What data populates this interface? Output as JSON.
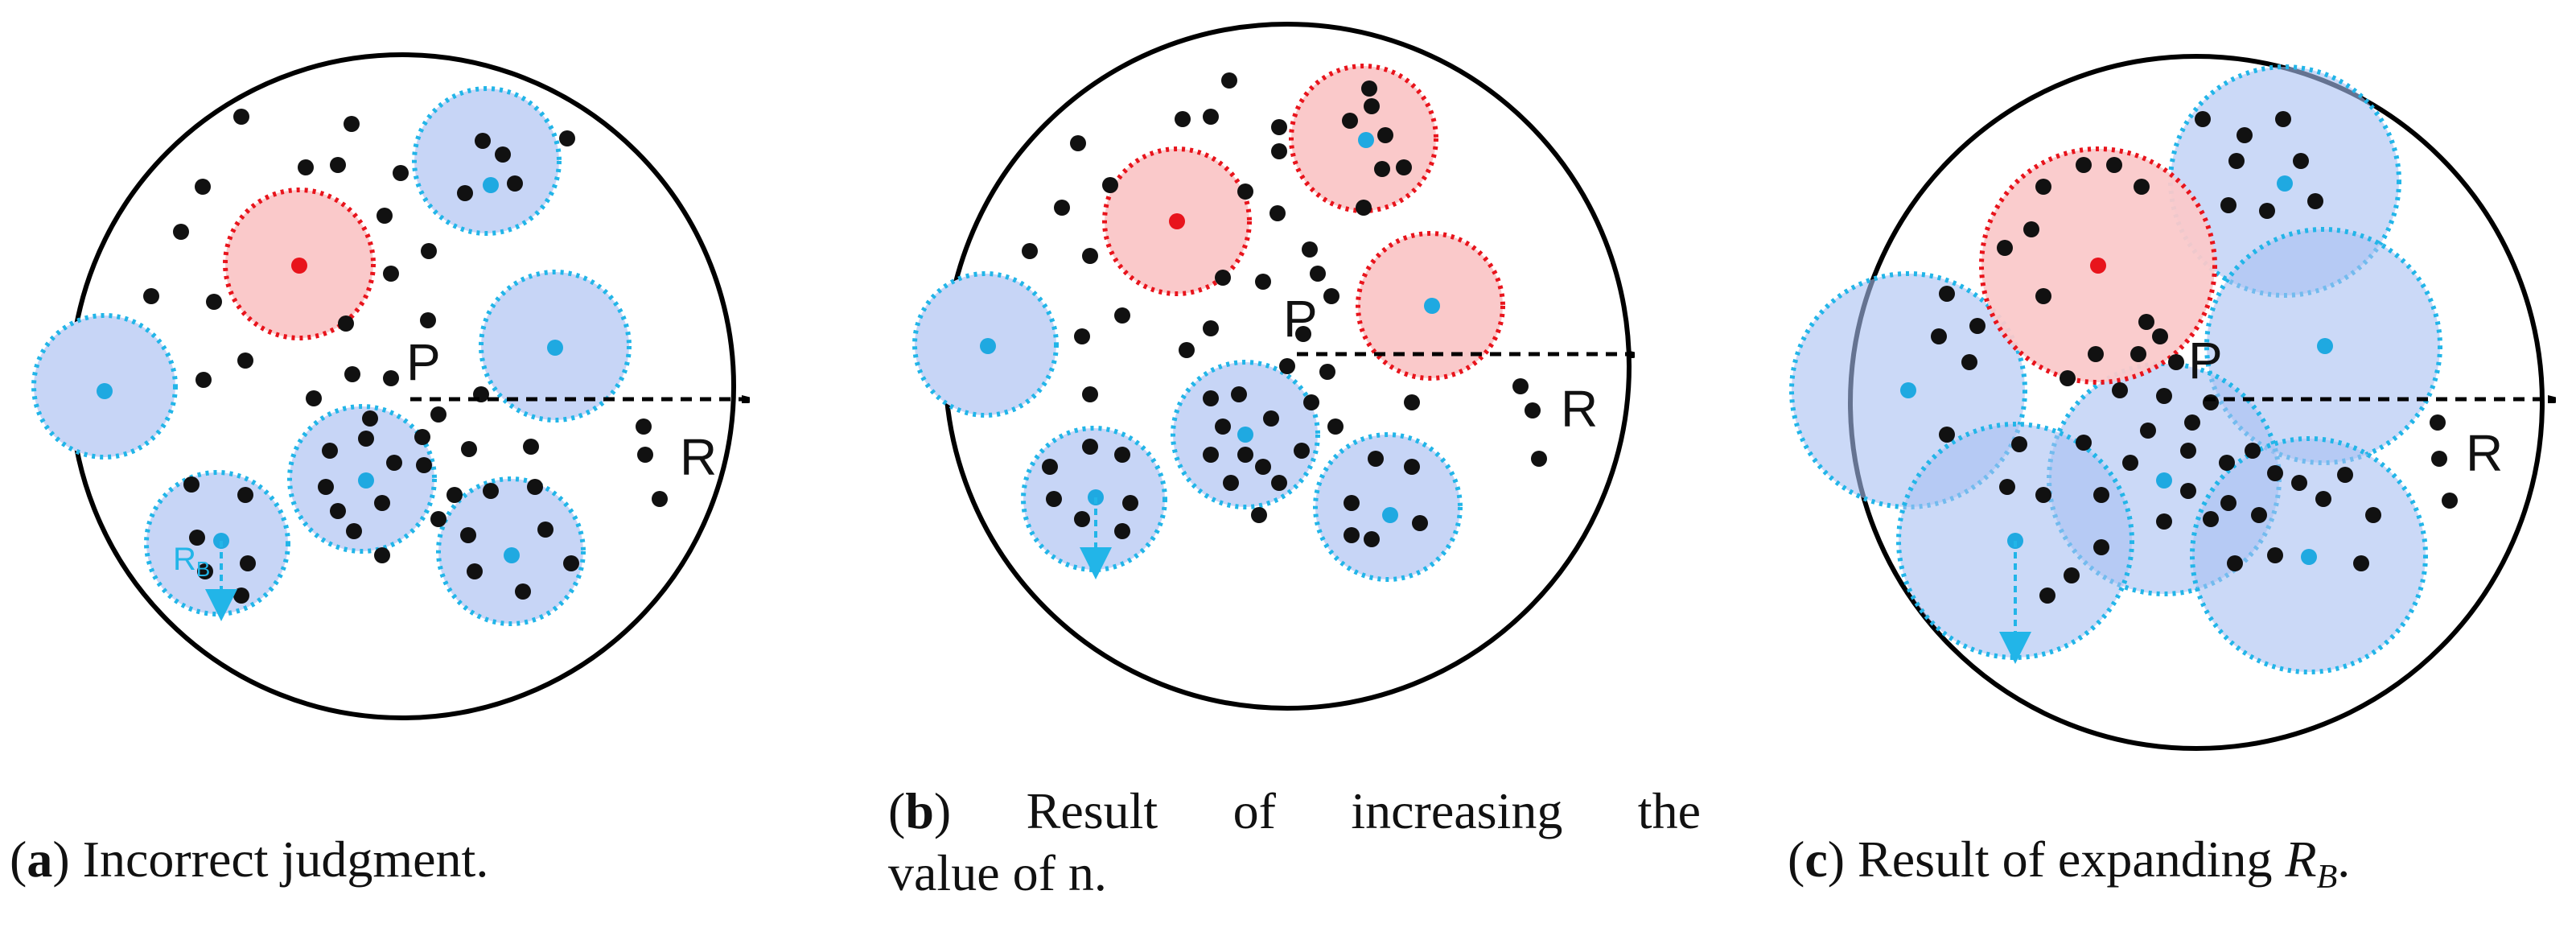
{
  "panels": [
    {
      "id": "a",
      "labels": {
        "P": "P",
        "R": "R",
        "RB": "R",
        "RB_sub": "B"
      },
      "caption": {
        "letter": "a",
        "text": "Incorrect judgment."
      },
      "colors": {
        "outer": "#000000",
        "blue_fill": "#c7d5f6",
        "blue_stroke": "#22b5e8",
        "red_fill": "#fac9ca",
        "red_stroke": "#e8141c",
        "center_blue": "#1fa9e1",
        "center_red": "#e8141c"
      }
    },
    {
      "id": "b",
      "labels": {
        "P": "P",
        "R": "R"
      },
      "caption": {
        "letter": "b",
        "line1": [
          "Result",
          "of",
          "increasing",
          "the"
        ],
        "line2": "value of n."
      }
    },
    {
      "id": "c",
      "labels": {
        "P": "P",
        "R": "R"
      },
      "caption": {
        "letter": "c",
        "pre": "Result of expanding ",
        "math": "R",
        "sub": "B",
        "post": "."
      }
    }
  ]
}
